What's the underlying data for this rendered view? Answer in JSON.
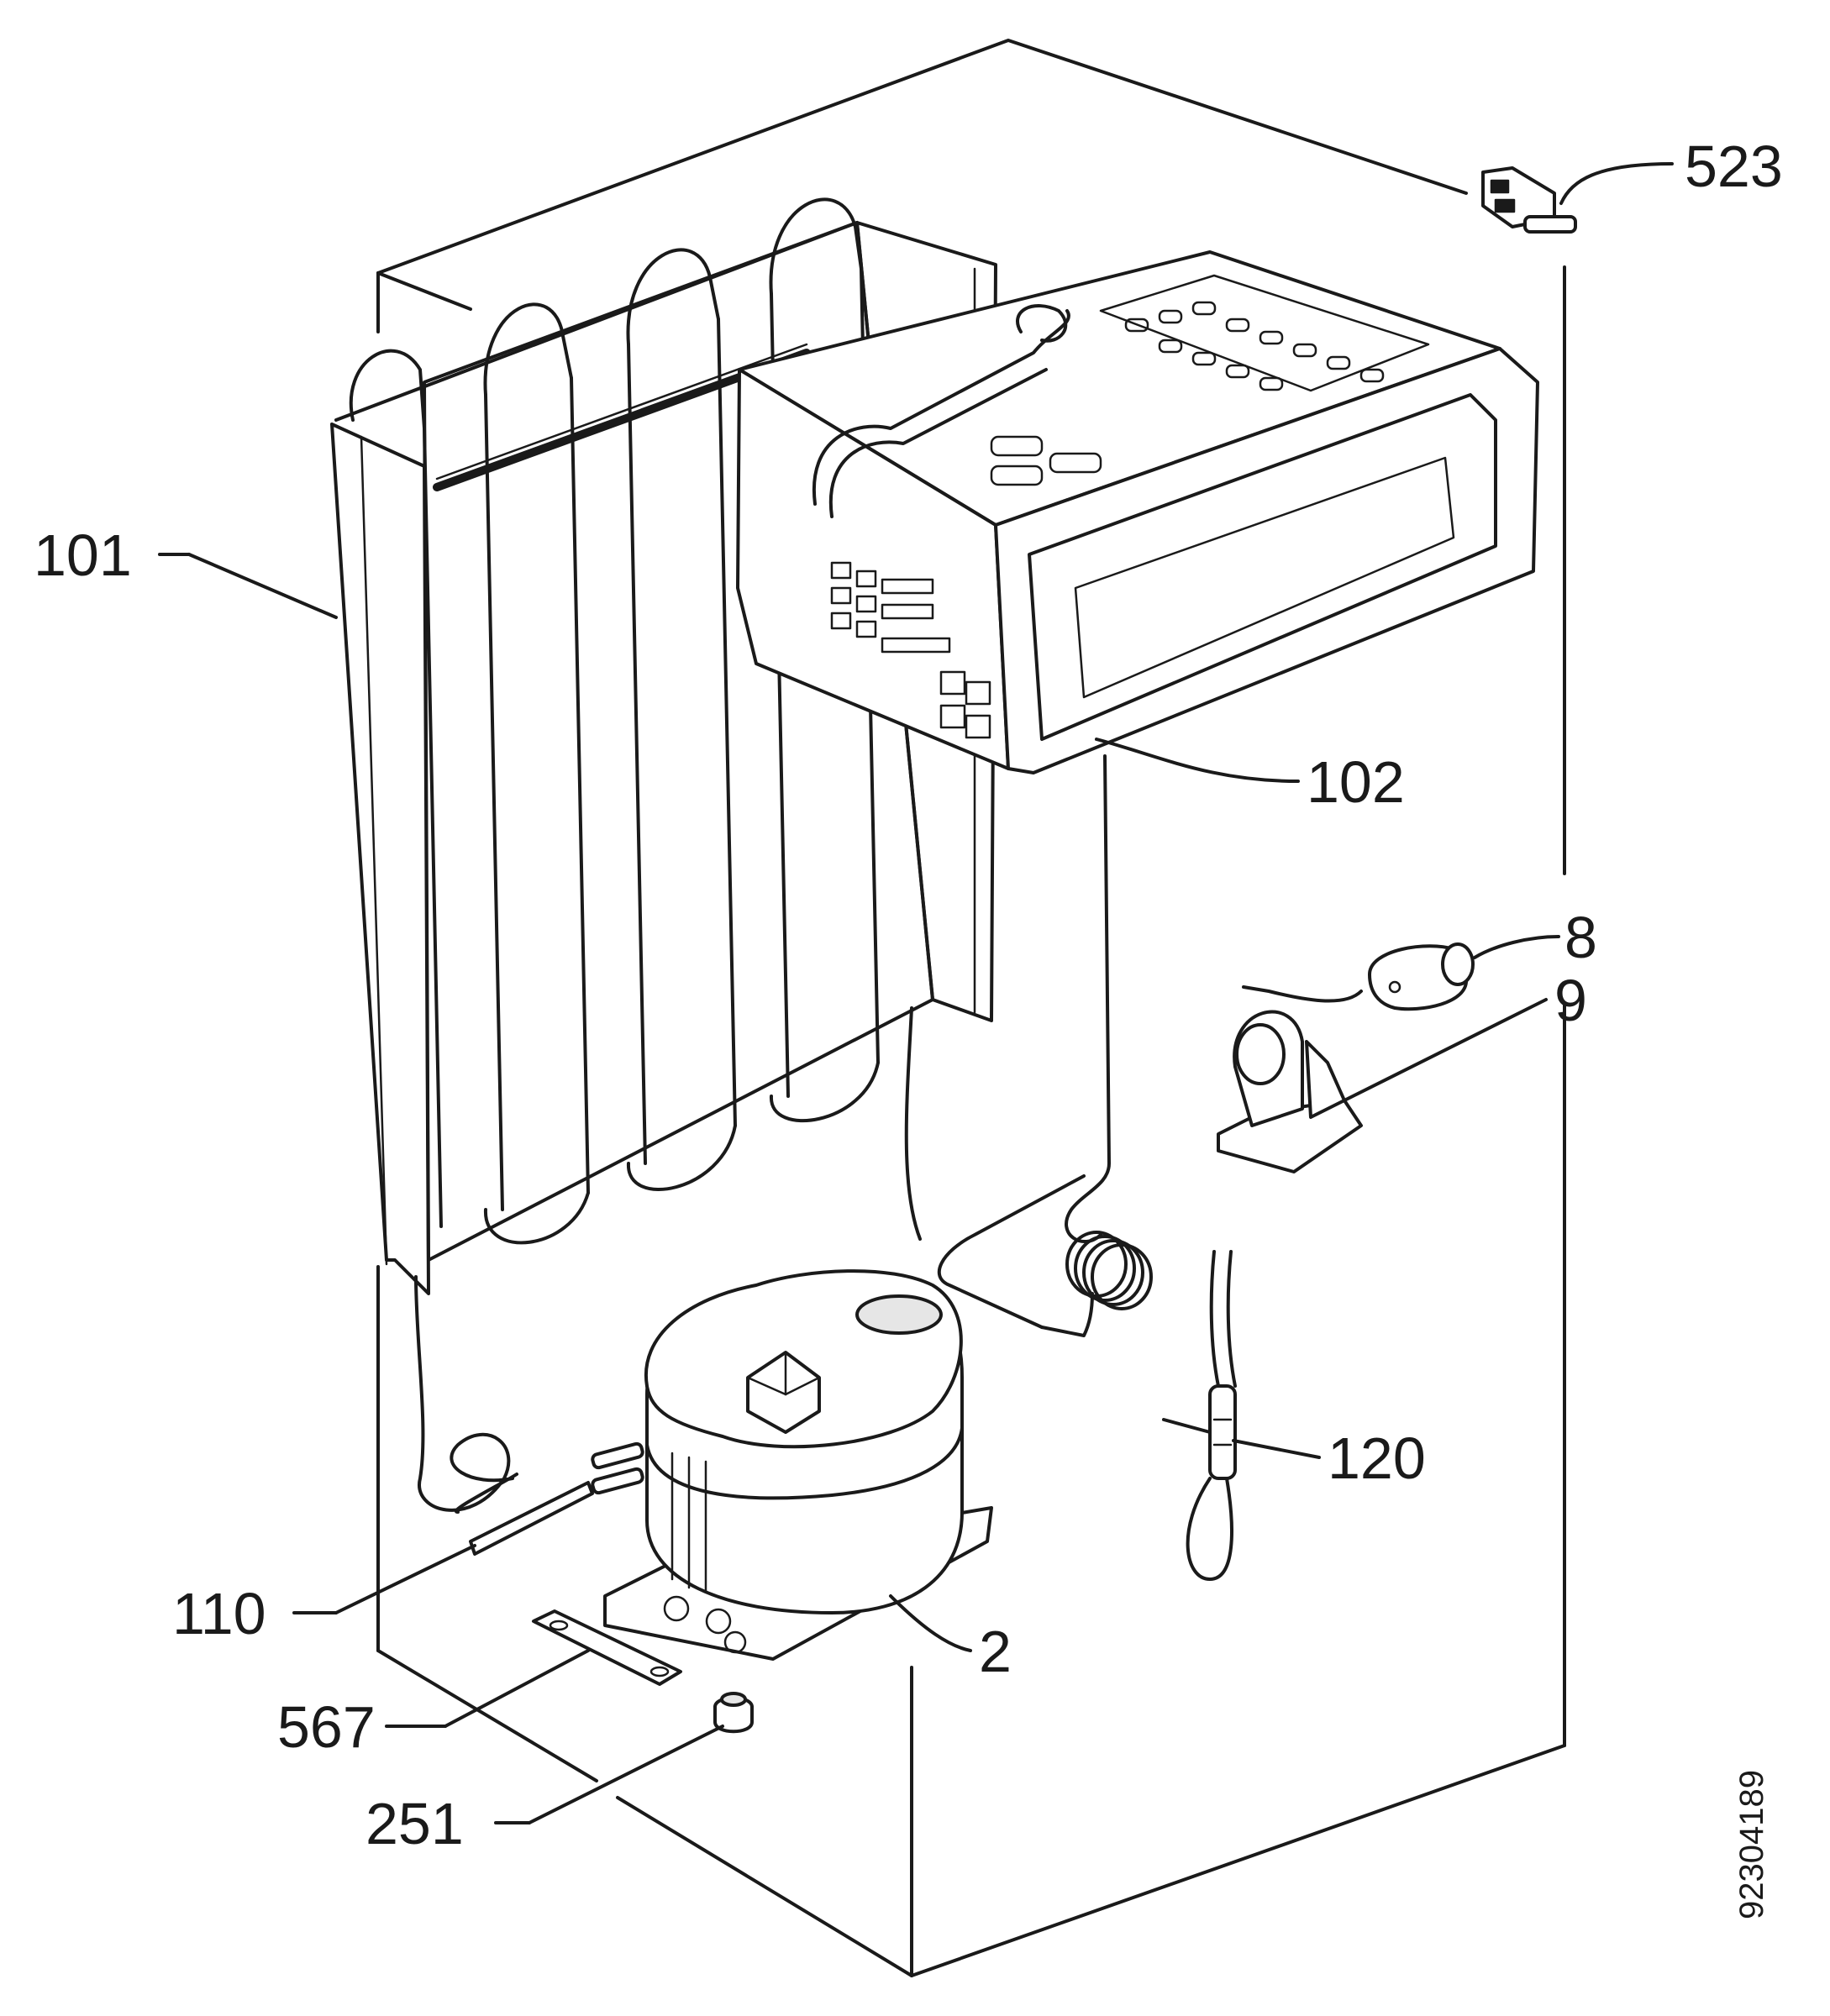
{
  "callouts": {
    "c523": "523",
    "c101": "101",
    "c102": "102",
    "c8": "8",
    "c9": "9",
    "c120": "120",
    "c110": "110",
    "c2": "2",
    "c567": "567",
    "c251": "251"
  },
  "document_number": "92304189",
  "colors": {
    "ink": "#1a1a1a",
    "background": "#ffffff"
  }
}
